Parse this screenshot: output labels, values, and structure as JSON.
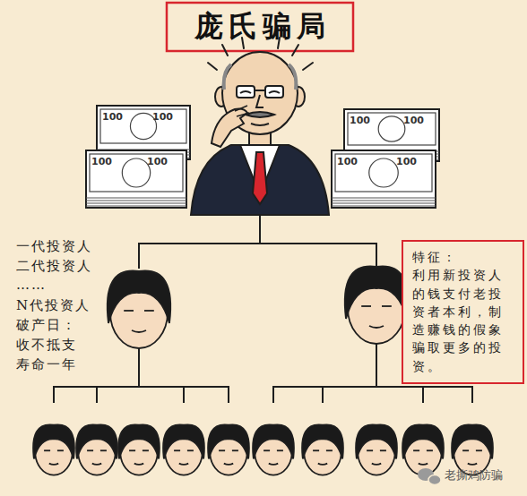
{
  "diagram": {
    "title": "庞氏骗局",
    "nodes": [
      {
        "text": [
          "特征：",
          "利用新投资人的钱支付老投资者本利，制造赚钱的假象骗取更多的投资。"
        ]
      }
    ],
    "edges": [],
    "labels": [
      "一代投资人",
      "二代投资人",
      "……",
      "N代投资人",
      "破产日：",
      "收不抵支",
      "寿命一年",
      "100",
      "100",
      "100",
      "100",
      "100",
      "100",
      "100",
      "100",
      "老撕鸡防骗"
    ]
  }
}
